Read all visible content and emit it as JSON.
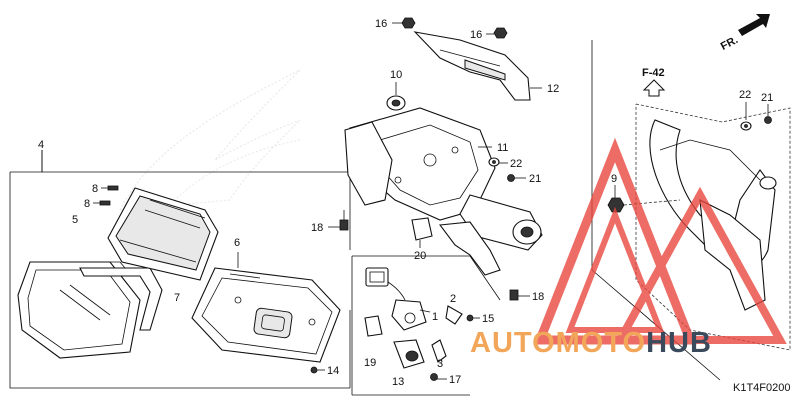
{
  "diagram": {
    "code": "K1T4F0200",
    "ref_box": "F-42",
    "direction": "FR.",
    "watermark": {
      "prefix": "AUTOMOTO",
      "suffix": "HUB",
      "colors": {
        "prefix": "#f2a65a",
        "suffix": "#3a4a5c",
        "triangle": "#e8453c"
      }
    },
    "callouts": [
      {
        "id": "c1",
        "label": "1"
      },
      {
        "id": "c2",
        "label": "2"
      },
      {
        "id": "c3",
        "label": "3"
      },
      {
        "id": "c4",
        "label": "4"
      },
      {
        "id": "c5",
        "label": "5"
      },
      {
        "id": "c6",
        "label": "6"
      },
      {
        "id": "c7",
        "label": "7"
      },
      {
        "id": "c8a",
        "label": "8"
      },
      {
        "id": "c8b",
        "label": "8"
      },
      {
        "id": "c9",
        "label": "9"
      },
      {
        "id": "c10",
        "label": "10"
      },
      {
        "id": "c11",
        "label": "11"
      },
      {
        "id": "c12",
        "label": "12"
      },
      {
        "id": "c13",
        "label": "13"
      },
      {
        "id": "c14",
        "label": "14"
      },
      {
        "id": "c15",
        "label": "15"
      },
      {
        "id": "c16a",
        "label": "16"
      },
      {
        "id": "c16b",
        "label": "16"
      },
      {
        "id": "c17",
        "label": "17"
      },
      {
        "id": "c18a",
        "label": "18"
      },
      {
        "id": "c18b",
        "label": "18"
      },
      {
        "id": "c19",
        "label": "19"
      },
      {
        "id": "c20",
        "label": "20"
      },
      {
        "id": "c21a",
        "label": "21"
      },
      {
        "id": "c21b",
        "label": "21"
      },
      {
        "id": "c22a",
        "label": "22"
      },
      {
        "id": "c22b",
        "label": "22"
      }
    ]
  }
}
